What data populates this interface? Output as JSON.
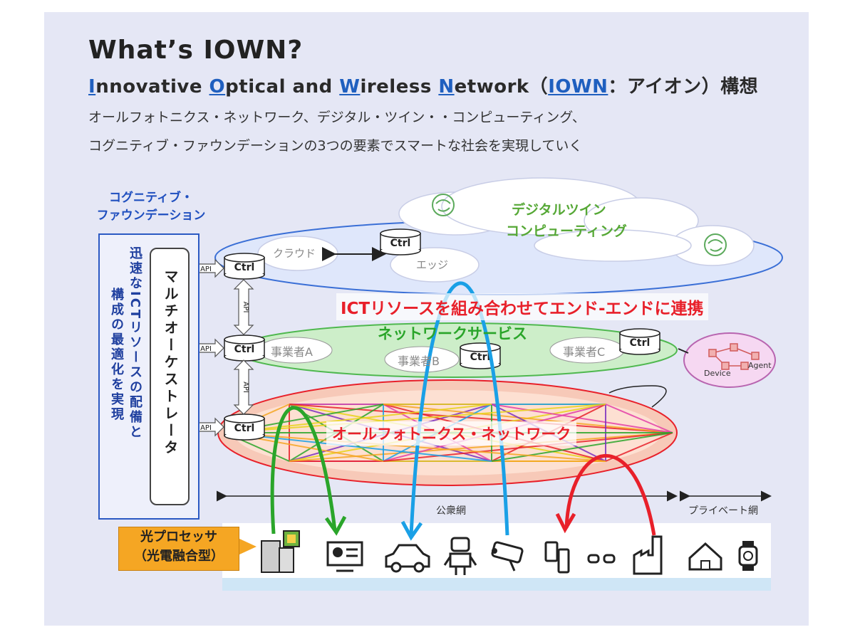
{
  "title": "What’s IOWN?",
  "subtitle": {
    "parts": [
      {
        "t": "I",
        "c": "init"
      },
      {
        "t": "nnovative ",
        "c": ""
      },
      {
        "t": "O",
        "c": "init"
      },
      {
        "t": "ptical and ",
        "c": ""
      },
      {
        "t": "W",
        "c": "init"
      },
      {
        "t": "ireless ",
        "c": ""
      },
      {
        "t": "N",
        "c": "init"
      },
      {
        "t": "etwork（",
        "c": ""
      },
      {
        "t": "IOWN",
        "c": "iown"
      },
      {
        "t": "：アイオン）構想",
        "c": ""
      }
    ]
  },
  "description": {
    "line1": "オールフォトニクス・ネットワーク、デジタル・ツイン・・コンピューティング、",
    "line2": "コグニティブ・ファウンデーションの3つの要素でスマートな社会を実現していく"
  },
  "cognitive_foundation": {
    "line1": "コグニティブ・",
    "line2": "ファウンデーション"
  },
  "left_box": {
    "col1": "迅速なICTリソースの配備と",
    "col2": "構成の最適化を実現"
  },
  "orchestrator": "マルチオーケストレータ",
  "api_label": "API",
  "ctrl_label": "Ctrl",
  "cloud_layer": {
    "cloud": "クラウド",
    "edge": "エッジ"
  },
  "digital_twin": {
    "line1": "デジタルツイン",
    "line2": "コンピューティング"
  },
  "ict_banner": "ICTリソースを組み合わせてエンド-エンドに連携",
  "network_service": {
    "title": "ネットワークサービス",
    "a": "事業者A",
    "b": "事業者B",
    "c": "事業者C"
  },
  "device_agent": {
    "device": "Device",
    "agent": "Agent"
  },
  "apn_label": "オールフォトニクス・ネットワーク",
  "public_network": "公衆網",
  "private_network": "プライベート網",
  "processor": {
    "line1": "光プロセッサ",
    "line2": "（光電融合型）"
  },
  "devices": [
    "chip-server-icon",
    "monitor-icon",
    "car-icon",
    "robot-icon",
    "camera-icon",
    "phone-icon",
    "glasses-icon",
    "factory-icon",
    "house-icon",
    "watch-icon"
  ],
  "colors": {
    "panel": "#e5e7f5",
    "blue_accent": "#1f5fbf",
    "red": "#e8202a",
    "green": "#2aa52a",
    "cyan": "#1aa0e6",
    "apn_fill": "#f7c9b8"
  }
}
